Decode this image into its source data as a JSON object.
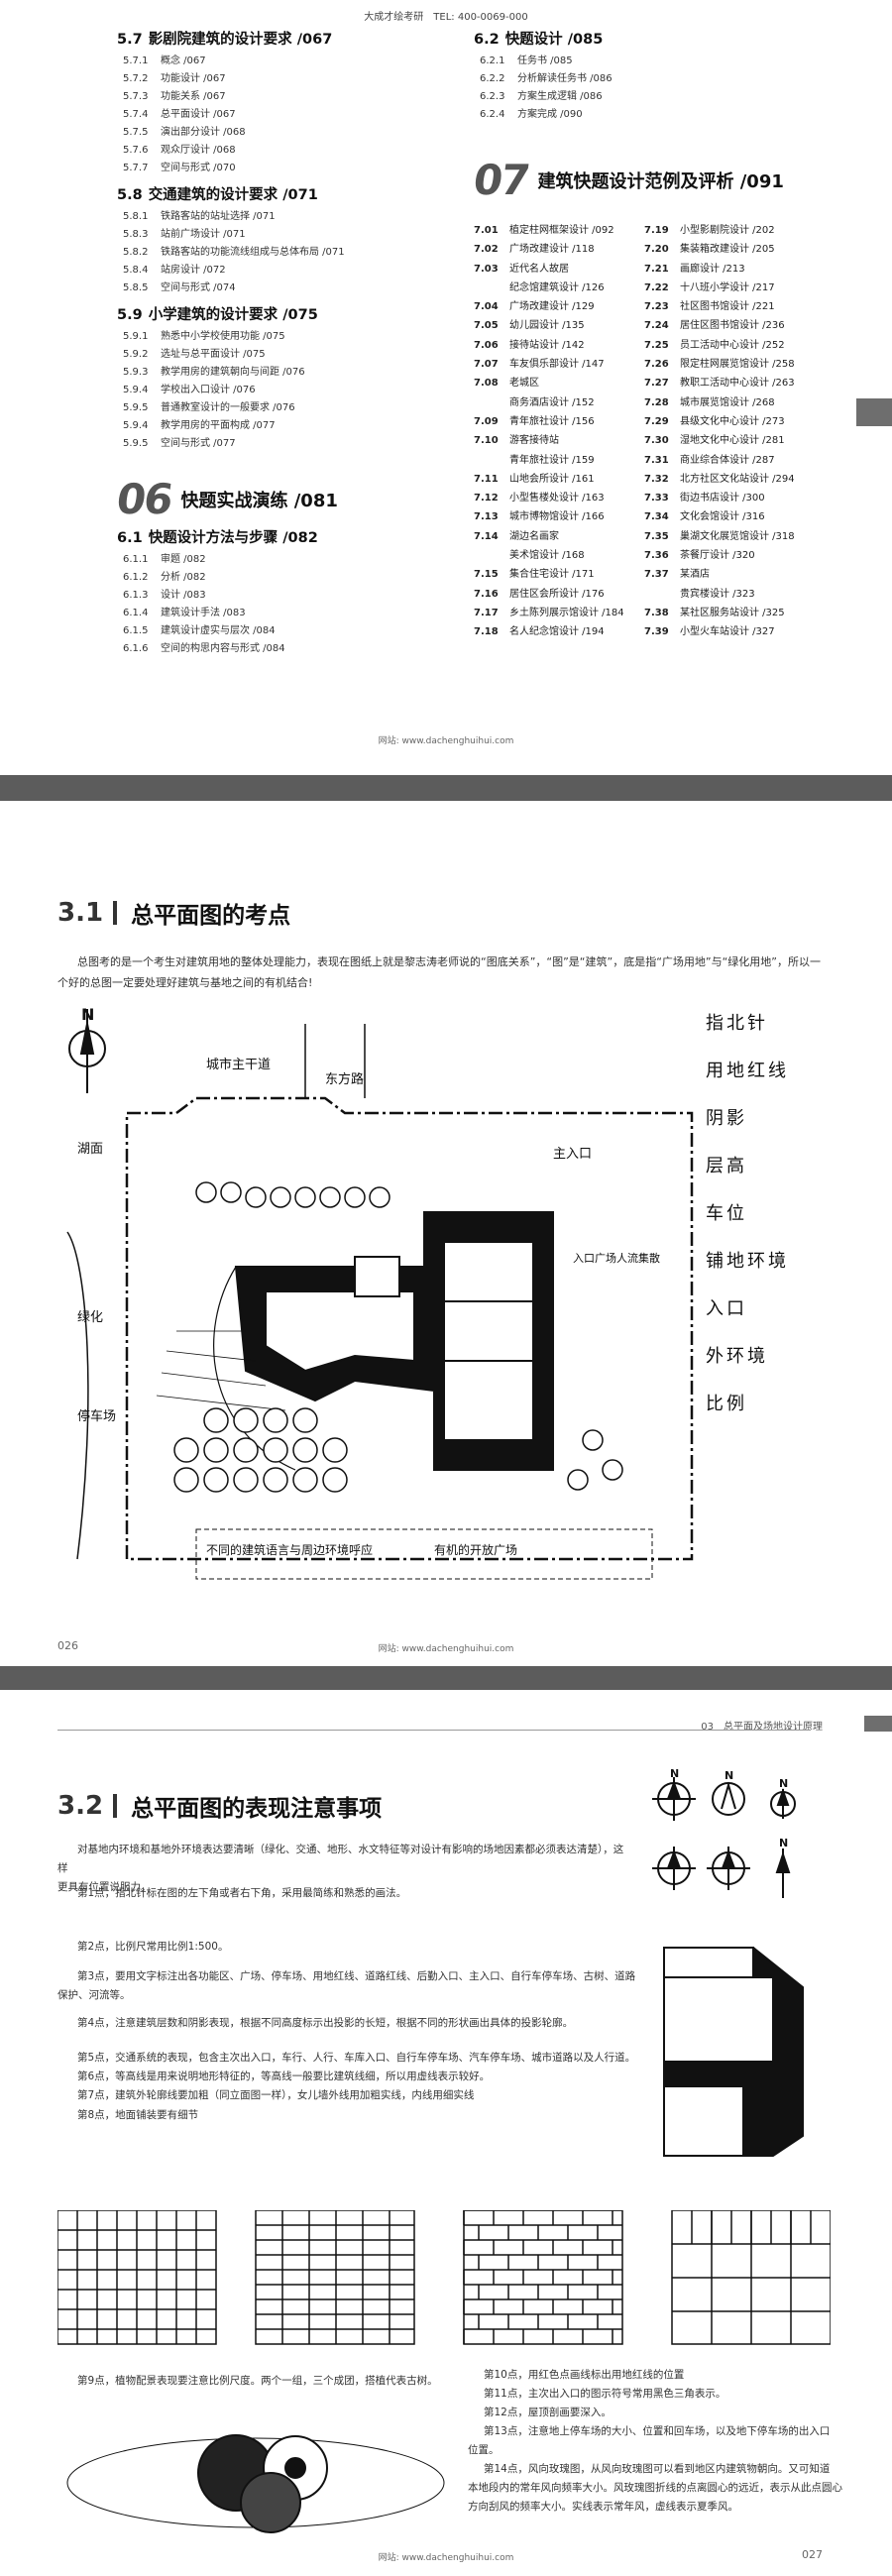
{
  "page1": {
    "header": "大成才绘考研　TEL: 400-0069-000",
    "footer": "网站: www.dachenghuihui.com",
    "left_sections": [
      {
        "num": "5.7",
        "title": "影剧院建筑的设计要求 /067",
        "items": [
          {
            "n": "5.7.1",
            "t": "概念 /067"
          },
          {
            "n": "5.7.2",
            "t": "功能设计 /067"
          },
          {
            "n": "5.7.3",
            "t": "功能关系 /067"
          },
          {
            "n": "5.7.4",
            "t": "总平面设计 /067"
          },
          {
            "n": "5.7.5",
            "t": "演出部分设计 /068"
          },
          {
            "n": "5.7.6",
            "t": "观众厅设计 /068"
          },
          {
            "n": "5.7.7",
            "t": "空间与形式 /070"
          }
        ]
      },
      {
        "num": "5.8",
        "title": "交通建筑的设计要求 /071",
        "items": [
          {
            "n": "5.8.1",
            "t": "铁路客站的站址选择 /071"
          },
          {
            "n": "5.8.3",
            "t": "站前广场设计 /071"
          },
          {
            "n": "5.8.2",
            "t": "铁路客站的功能流线组成与总体布局 /071"
          },
          {
            "n": "5.8.4",
            "t": "站房设计 /072"
          },
          {
            "n": "5.8.5",
            "t": "空间与形式 /074"
          }
        ]
      },
      {
        "num": "5.9",
        "title": "小学建筑的设计要求 /075",
        "items": [
          {
            "n": "5.9.1",
            "t": "熟悉中小学校使用功能 /075"
          },
          {
            "n": "5.9.2",
            "t": "选址与总平面设计 /075"
          },
          {
            "n": "5.9.3",
            "t": "教学用房的建筑朝向与间距 /076"
          },
          {
            "n": "5.9.4",
            "t": "学校出入口设计 /076"
          },
          {
            "n": "5.9.5",
            "t": "普通教室设计的一般要求 /076"
          },
          {
            "n": "5.9.4",
            "t": "教学用房的平面构成 /077"
          },
          {
            "n": "5.9.5",
            "t": "空间与形式 /077"
          }
        ]
      }
    ],
    "chapter06": {
      "big": "06",
      "title": "快题实战演练 /081"
    },
    "section61": {
      "num": "6.1",
      "title": "快题设计方法与步骤 /082",
      "items": [
        {
          "n": "6.1.1",
          "t": "审题 /082"
        },
        {
          "n": "6.1.2",
          "t": "分析 /082"
        },
        {
          "n": "6.1.3",
          "t": "设计 /083"
        },
        {
          "n": "6.1.4",
          "t": "建筑设计手法 /083"
        },
        {
          "n": "6.1.5",
          "t": "建筑设计虚实与层次 /084"
        },
        {
          "n": "6.1.6",
          "t": "空间的构思内容与形式 /084"
        }
      ]
    },
    "section62": {
      "num": "6.2",
      "title": "快题设计 /085",
      "items": [
        {
          "n": "6.2.1",
          "t": "任务书 /085"
        },
        {
          "n": "6.2.2",
          "t": "分析解读任务书 /086"
        },
        {
          "n": "6.2.3",
          "t": "方案生成逻辑 /086"
        },
        {
          "n": "6.2.4",
          "t": "方案完成 /090"
        }
      ]
    },
    "chapter07": {
      "big": "07",
      "title": "建筑快题设计范例及评析 /091"
    },
    "ex_left": [
      {
        "n": "7.01",
        "t": "植定柱网框架设计 /092"
      },
      {
        "n": "7.02",
        "t": "广场改建设计 /118"
      },
      {
        "n": "7.03",
        "t": "近代名人故居"
      },
      {
        "n": "",
        "t": "纪念馆建筑设计 /126"
      },
      {
        "n": "7.04",
        "t": "广场改建设计 /129"
      },
      {
        "n": "7.05",
        "t": "幼儿园设计 /135"
      },
      {
        "n": "7.06",
        "t": "接待站设计 /142"
      },
      {
        "n": "7.07",
        "t": "车友俱乐部设计 /147"
      },
      {
        "n": "7.08",
        "t": "老城区"
      },
      {
        "n": "",
        "t": "商务酒店设计 /152"
      },
      {
        "n": "7.09",
        "t": "青年旅社设计 /156"
      },
      {
        "n": "7.10",
        "t": "游客接待站"
      },
      {
        "n": "",
        "t": "青年旅社设计 /159"
      },
      {
        "n": "7.11",
        "t": "山地会所设计 /161"
      },
      {
        "n": "7.12",
        "t": "小型售楼处设计 /163"
      },
      {
        "n": "7.13",
        "t": "城市博物馆设计 /166"
      },
      {
        "n": "7.14",
        "t": "湖边名画家"
      },
      {
        "n": "",
        "t": "美术馆设计 /168"
      },
      {
        "n": "7.15",
        "t": "集合住宅设计 /171"
      },
      {
        "n": "7.16",
        "t": "居住区会所设计 /176"
      },
      {
        "n": "7.17",
        "t": "乡土陈列展示馆设计 /184"
      },
      {
        "n": "7.18",
        "t": "名人纪念馆设计 /194"
      }
    ],
    "ex_right": [
      {
        "n": "7.19",
        "t": "小型影剧院设计 /202"
      },
      {
        "n": "7.20",
        "t": "集装箱改建设计 /205"
      },
      {
        "n": "7.21",
        "t": "画廊设计 /213"
      },
      {
        "n": "7.22",
        "t": "十八班小学设计 /217"
      },
      {
        "n": "7.23",
        "t": "社区图书馆设计 /221"
      },
      {
        "n": "7.24",
        "t": "居住区图书馆设计 /236"
      },
      {
        "n": "7.25",
        "t": "员工活动中心设计 /252"
      },
      {
        "n": "7.26",
        "t": "限定柱网展览馆设计 /258"
      },
      {
        "n": "7.27",
        "t": "教职工活动中心设计 /263"
      },
      {
        "n": "7.28",
        "t": "城市展览馆设计 /268"
      },
      {
        "n": "7.29",
        "t": "县级文化中心设计 /273"
      },
      {
        "n": "7.30",
        "t": "湿地文化中心设计 /281"
      },
      {
        "n": "7.31",
        "t": "商业综合体设计 /287"
      },
      {
        "n": "7.32",
        "t": "北方社区文化站设计 /294"
      },
      {
        "n": "7.33",
        "t": "街边书店设计 /300"
      },
      {
        "n": "7.34",
        "t": "文化会馆设计 /316"
      },
      {
        "n": "7.35",
        "t": "巢湖文化展览馆设计 /318"
      },
      {
        "n": "7.36",
        "t": "茶餐厅设计 /320"
      },
      {
        "n": "7.37",
        "t": "某酒店"
      },
      {
        "n": "",
        "t": "贵宾楼设计 /323"
      },
      {
        "n": "7.38",
        "t": "某社区服务站设计 /325"
      },
      {
        "n": "7.39",
        "t": "小型火车站设计 /327"
      }
    ]
  },
  "page2": {
    "heading_num": "3.1",
    "heading_title": "总平面图的考点",
    "intro_line1": "总图考的是一个考生对建筑用地的整体处理能力，表现在图纸上就是黎志涛老师说的“图底关系”，“图”是“建筑”，底是指“广场用地”与“绿化用地”，所以一",
    "intro_line2": "个好的总图一定要处理好建筑与基地之间的有机结合!",
    "labels": [
      "指北针",
      "用地红线",
      "阴影",
      "层高",
      "车位",
      "铺地环境",
      "入口",
      "外环境",
      "比例"
    ],
    "sketch_labels": {
      "north": "N",
      "lake": "湖面",
      "road": "东方路",
      "road2": "城市主干道",
      "entry": "主入口",
      "parking": "停车场",
      "green": "绿化",
      "note1": "入口广场人流集散",
      "note2": "不同的建筑语言与周边环境呼应",
      "note3": "有机的开放广场"
    },
    "page_number": "026",
    "footer": "网站: www.dachenghuihui.com"
  },
  "page3": {
    "header_right": "03　总平面及场地设计原理",
    "heading_num": "3.2",
    "heading_title": "总平面图的表现注意事项",
    "intro1": "对基地内环境和基地外环境表达要清晰（绿化、交通、地形、水文特征等对设计有影响的场地因素都必须表达清楚），这样",
    "intro2": "更具有位置说服力。",
    "points": [
      "第1点，指北针标在图的左下角或者右下角，采用最简练和熟悉的画法。",
      "第2点，比例尺常用比例1:500。",
      "第3点，要用文字标注出各功能区、广场、停车场、用地红线、道路红线、后勤入口、主入口、自行车停车场、古树、道路",
      "保护、河流等。",
      "第4点，注意建筑层数和阴影表现，根据不同高度标示出投影的长短，根据不同的形状画出具体的投影轮廓。",
      "第5点，交通系统的表现，包含主次出入口，车行、人行、车库入口、自行车停车场、汽车停车场、城市道路以及人行道。",
      "第6点，等高线是用来说明地形特征的，等高线一般要比建筑线细，所以用虚线表示较好。",
      "第7点，建筑外轮廓线要加粗（同立面图一样），女儿墙外线用加粗实线，内线用细实线",
      "第8点，地面铺装要有细节"
    ],
    "point9": "第9点，植物配景表现要注意比例尺度。两个一组，三个成团，搭植代表古树。",
    "points_right": [
      "第10点，用红色点画线标出用地红线的位置",
      "第11点，主次出入口的图示符号常用黑色三角表示。",
      "第12点，屋顶剖画要深入。",
      "第13点，注意地上停车场的大小、位置和回车场，以及地下停车场的出入口",
      "位置。",
      "第14点，风向玫瑰图，从风向玫瑰图可以看到地区内建筑物朝向。又可知道",
      "本地段内的常年风向频率大小。风玫瑰图折线的点离圆心的远近，表示从此点圆心",
      "方向刮风的频率大小。实线表示常年风，虚线表示夏季风。"
    ],
    "n_label": "N",
    "page_number": "027",
    "footer": "网站: www.dachenghuihui.com"
  }
}
